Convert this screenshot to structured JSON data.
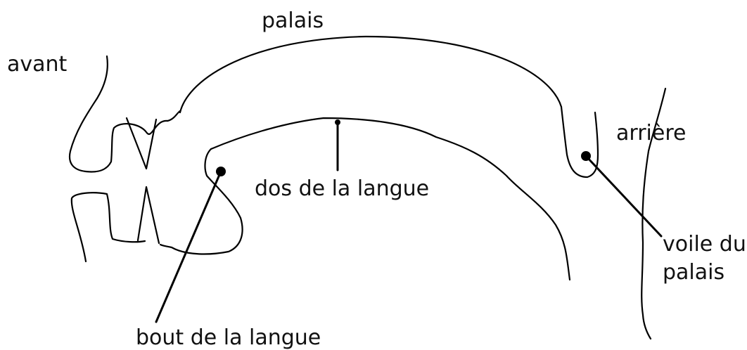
{
  "labels": {
    "avant": "avant",
    "palais": "palais",
    "arriere": "arrière",
    "dos_de_la_langue": "dos de la langue",
    "voile_du_palais_line1": "voile du",
    "voile_du_palais_line2": "palais",
    "bout_de_la_langue": "bout de la langue"
  },
  "colors": {
    "ink": "#000000",
    "background": "#ffffff"
  }
}
